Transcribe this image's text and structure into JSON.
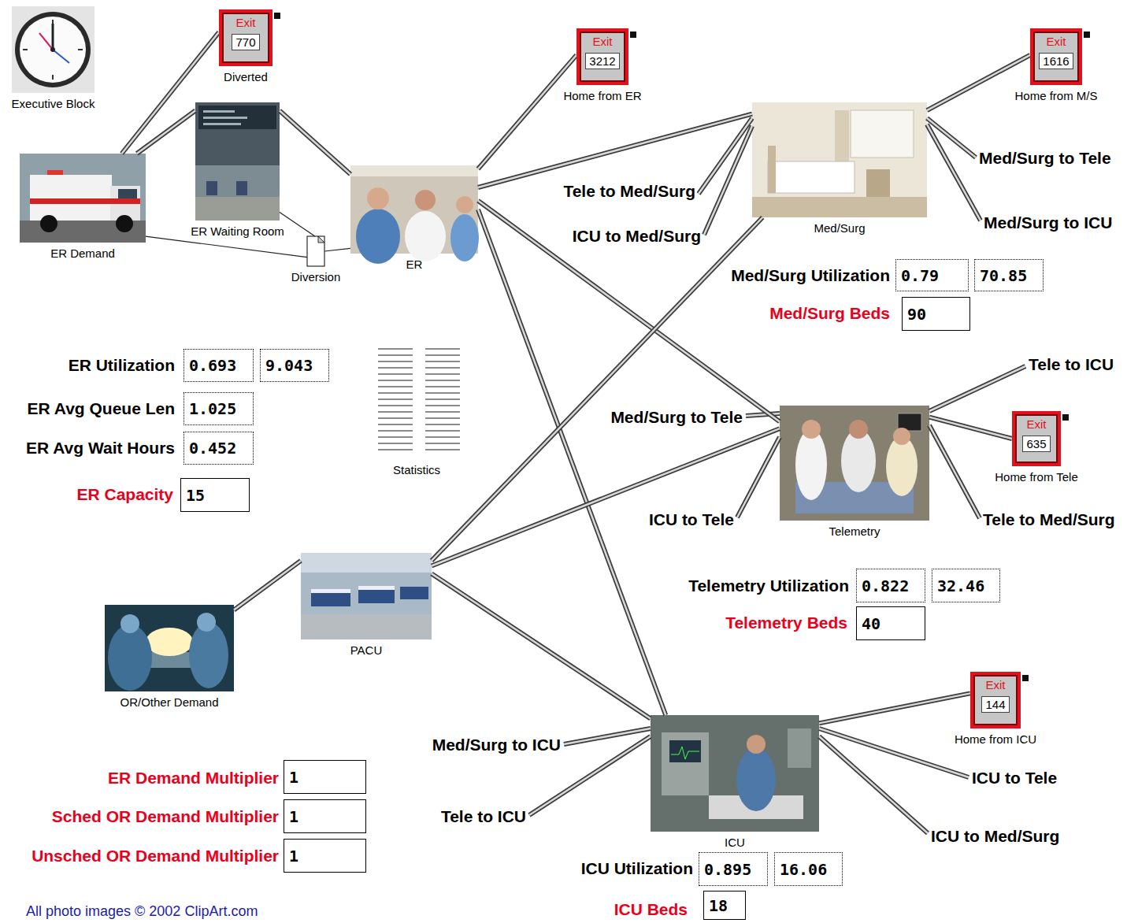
{
  "diagram": {
    "nodes": [
      {
        "text": [
          "Executive Block"
        ]
      },
      {
        "text": [
          "Exit",
          "770",
          "Diverted"
        ]
      },
      {
        "text": [
          "Exit",
          "3212",
          "Home from ER"
        ]
      },
      {
        "text": [
          "Exit",
          "1616",
          "Home from M/S"
        ]
      },
      {
        "text": [
          "ER Waiting Room"
        ]
      },
      {
        "text": [
          "Med/Surg"
        ]
      },
      {
        "text": [
          "ER Demand"
        ]
      },
      {
        "text": [
          "ER"
        ]
      },
      {
        "text": [
          "Diversion"
        ]
      },
      {
        "text": [
          "Statistics"
        ]
      },
      {
        "text": [
          "Telemetry"
        ]
      },
      {
        "text": [
          "Exit",
          "635",
          "Home from Tele"
        ]
      },
      {
        "text": [
          "PACU"
        ]
      },
      {
        "text": [
          "OR/Other Demand"
        ]
      },
      {
        "text": [
          "Exit",
          "144",
          "Home from ICU"
        ]
      },
      {
        "text": [
          "ICU"
        ]
      },
      {
        "text": [
          "0.693"
        ]
      },
      {
        "text": [
          "9.043"
        ]
      },
      {
        "text": [
          "1.025"
        ]
      },
      {
        "text": [
          "0.452"
        ]
      },
      {
        "text": [
          "15"
        ]
      },
      {
        "text": [
          "0.79"
        ]
      },
      {
        "text": [
          "70.85"
        ]
      },
      {
        "text": [
          "90"
        ]
      },
      {
        "text": [
          "0.822"
        ]
      },
      {
        "text": [
          "32.46"
        ]
      },
      {
        "text": [
          "40"
        ]
      },
      {
        "text": [
          "0.895"
        ]
      },
      {
        "text": [
          "16.06"
        ]
      },
      {
        "text": [
          "18"
        ]
      },
      {
        "text": [
          "1"
        ]
      },
      {
        "text": [
          "1"
        ]
      },
      {
        "text": [
          "1"
        ]
      }
    ],
    "edges": [
      {
        "from": 6,
        "to": 1,
        "arrow": "none"
      },
      {
        "from": 6,
        "to": 4,
        "arrow": "none"
      },
      {
        "from": 4,
        "to": 7,
        "arrow": "none"
      },
      {
        "from": 6,
        "to": 8,
        "arrow": "none"
      },
      {
        "from": 4,
        "to": 8,
        "arrow": "none"
      },
      {
        "from": 8,
        "to": 7,
        "arrow": "none"
      },
      {
        "from": 7,
        "to": 2,
        "arrow": "none"
      },
      {
        "from": 7,
        "to": 5,
        "arrow": "none"
      },
      {
        "from": 7,
        "to": 10,
        "arrow": "none"
      },
      {
        "from": 7,
        "to": 15,
        "arrow": "none"
      },
      {
        "from": 5,
        "to": 3,
        "arrow": "none"
      },
      {
        "from": 13,
        "to": 12,
        "arrow": "none"
      },
      {
        "from": 12,
        "to": 5,
        "arrow": "none"
      },
      {
        "from": 12,
        "to": 10,
        "arrow": "none"
      },
      {
        "from": 12,
        "to": 15,
        "arrow": "none"
      },
      {
        "from": 10,
        "to": 11,
        "arrow": "none"
      },
      {
        "from": 15,
        "to": 14,
        "arrow": "none"
      }
    ],
    "labels": [
      "Tele to Med/Surg",
      "ICU to Med/Surg",
      "Med/Surg to Tele",
      "Med/Surg to ICU",
      "ER Utilization",
      "ER Avg Queue Len",
      "ER Avg Wait Hours",
      "ER Capacity",
      "Med/Surg Utilization",
      "Med/Surg Beds",
      "Tele to ICU",
      "Med/Surg to Tele",
      "ICU to Tele",
      "Tele to Med/Surg",
      "Telemetry Utilization",
      "Telemetry Beds",
      "Med/Surg to ICU",
      "ICU to Tele",
      "ER Demand Multiplier",
      "Sched OR Demand Multiplier",
      "Tele to ICU",
      "ICU to Med/Surg",
      "Unsched OR Demand Multiplier",
      "ICU Utilization",
      "ICU Beds",
      "All photo images © 2002 ClipArt.com"
    ]
  }
}
